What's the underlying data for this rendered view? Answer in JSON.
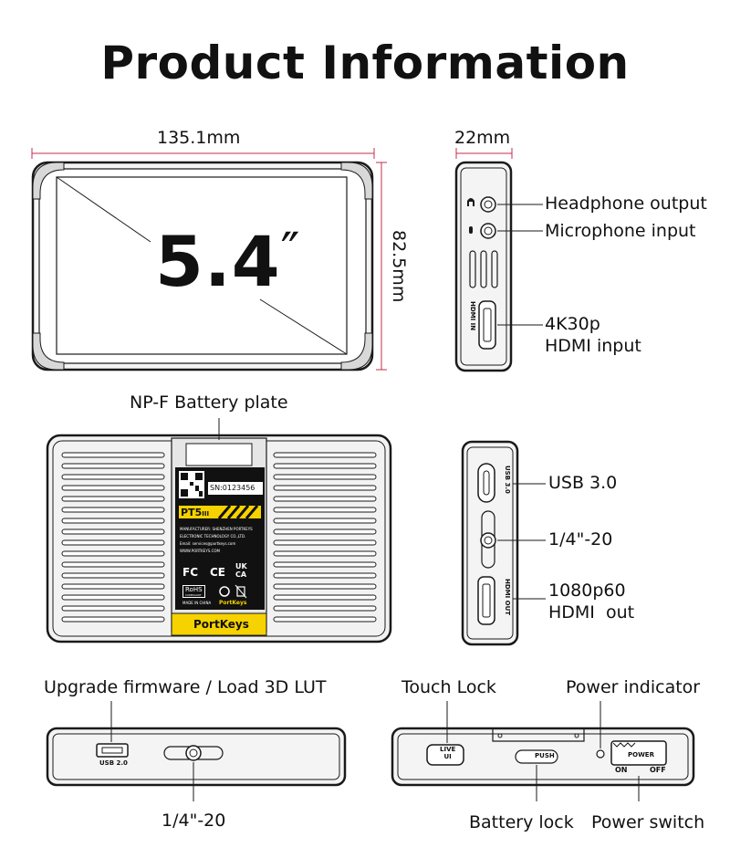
{
  "title": "Product Information",
  "dimensions": {
    "width": "135.1mm",
    "height": "82.5mm",
    "depth": "22mm"
  },
  "screen": {
    "size": "5.4",
    "size_mark": "″"
  },
  "right_side_ports": {
    "headphone": "Headphone output",
    "microphone": "Microphone input",
    "hdmi_in_line1": "4K30p",
    "hdmi_in_line2": "HDMI input",
    "hdmi_in_print": "HDMI IN"
  },
  "back": {
    "battery_plate": "NP-F Battery plate",
    "sticker": {
      "serial": "SN:0123456",
      "model": "PT5",
      "model_suffix": "III",
      "manufacturer": "MANUFACTURER: SHENZHEN PORTKEYS",
      "company": "ELECTRONIC TECHNOLOGY CO.,LTD.",
      "email": "Email: services@portkeys.com",
      "website": "WWW.PORTKEYS.COM",
      "fc": "FC",
      "ce": "CE",
      "ukca_top": "UK",
      "ukca_bottom": "CA",
      "rohs": "RoHS",
      "rohs_sub": "COMPLIANT",
      "made_in": "MADE IN CHINA",
      "brand": "PortKeys"
    }
  },
  "left_side_ports": {
    "usb3": "USB 3.0",
    "usb3_print": "USB 3.0",
    "mount": "1/4\"-20",
    "hdmi_out_line1": "1080p60",
    "hdmi_out_line2": "HDMI  out",
    "hdmi_out_print": "HDMI OUT"
  },
  "bottom_edge": {
    "upgrade": "Upgrade firmware / Load 3D LUT",
    "usb2_print": "USB 2.0",
    "mount": "1/4\"-20"
  },
  "top_edge": {
    "touch_lock": "Touch Lock",
    "power_indicator": "Power indicator",
    "battery_lock": "Battery lock",
    "power_switch": "Power switch",
    "live_print": "LIVE",
    "ui_print": "UI",
    "push_print": "PUSH",
    "power_print": "POWER",
    "on_print": "ON",
    "off_print": "OFF"
  },
  "colors": {
    "dimension_line": "#c0304a",
    "sticker_yellow": "#f6d200",
    "device_outline": "#222222",
    "device_fill": "#f1f1f1"
  }
}
